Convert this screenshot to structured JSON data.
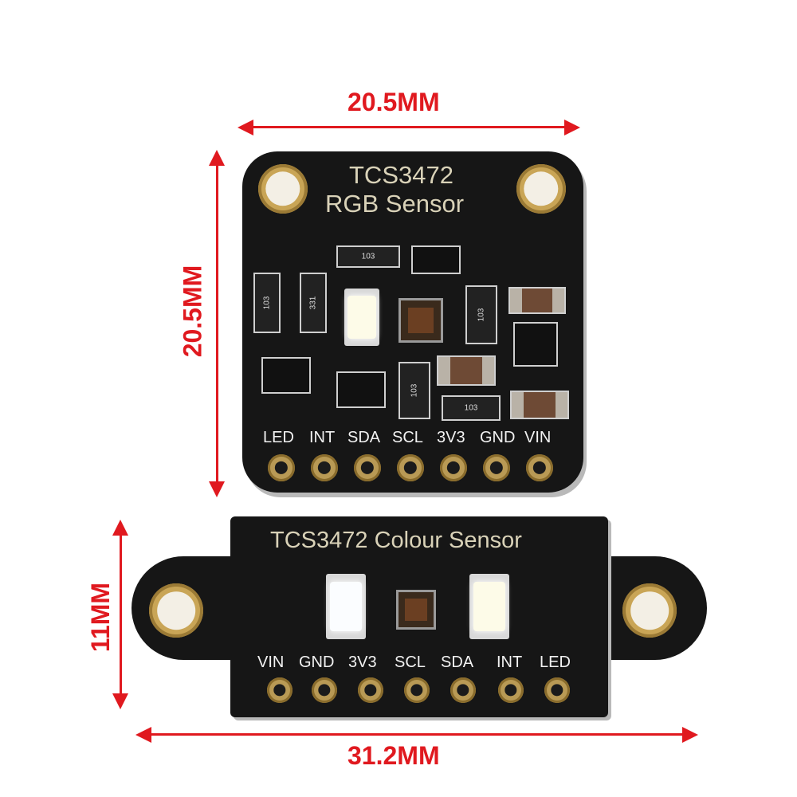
{
  "dimensions": {
    "top_width": "20.5MM",
    "top_height": "20.5MM",
    "bottom_height": "11MM",
    "bottom_width": "31.2MM"
  },
  "board_top": {
    "title_line1": "TCS3472",
    "title_line2": "RGB Sensor",
    "pins": [
      "LED",
      "INT",
      "SDA",
      "SCL",
      "3V3",
      "GND",
      "VIN"
    ],
    "resistor_labels": [
      "103",
      "103",
      "331",
      "103",
      "103",
      "103"
    ]
  },
  "board_bottom": {
    "title": "TCS3472 Colour Sensor",
    "pins": [
      "VIN",
      "GND",
      "3V3",
      "SCL",
      "SDA",
      "INT",
      "LED"
    ]
  },
  "colors": {
    "dimension_red": "#e0191f",
    "pcb_black": "#161616",
    "gold_pad": "#b99a55"
  }
}
